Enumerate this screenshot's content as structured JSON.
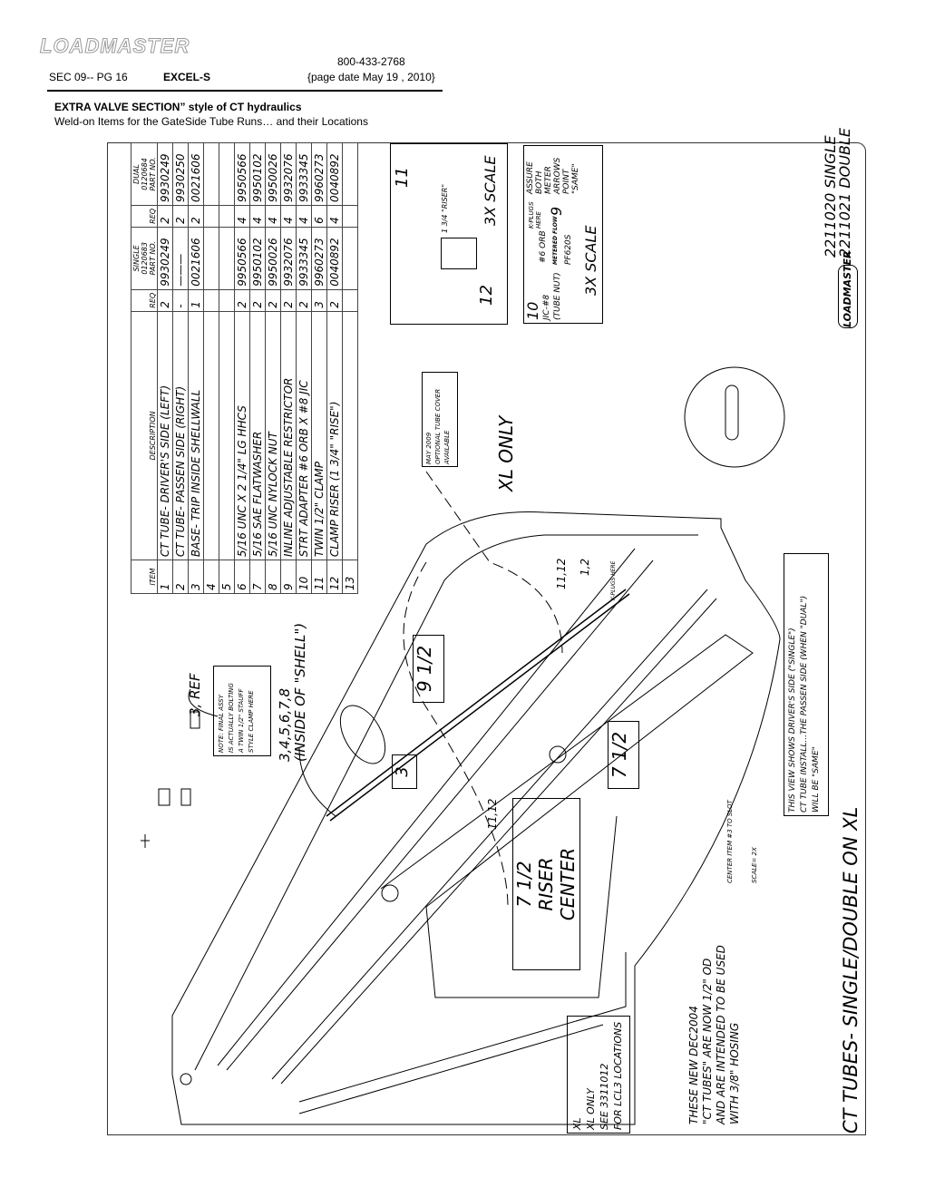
{
  "header": {
    "logo": "LOADMASTER",
    "phone": "800-433-2768",
    "section": "SEC 09-- PG 16",
    "model": "EXCEL-S",
    "page_date": "{page date May 19 , 2010}",
    "title": "EXTRA VALVE SECTION” style of CT hydraulics",
    "subtitle": "Weld-on Items for the GateSide Tube Runs… and their Locations"
  },
  "bom": {
    "headers": {
      "item": "ITEM",
      "description": "DESCRIPTION",
      "req": "REQ",
      "single": "SINGLE",
      "single_no": "0120683",
      "dual": "DUAL",
      "dual_no": "0120684",
      "part_no": "PART NO."
    },
    "rows": [
      {
        "item": "1",
        "description": "CT TUBE- DRIVER'S SIDE (LEFT)",
        "req1": "2",
        "part1": "9930249",
        "req2": "2",
        "part2": "9930249"
      },
      {
        "item": "2",
        "description": "CT TUBE- PASSEN SIDE (RIGHT)",
        "req1": "-",
        "part1": "———",
        "req2": "2",
        "part2": "9930250"
      },
      {
        "item": "3",
        "description": "BASE- TRIP INSIDE SHELLWALL",
        "req1": "1",
        "part1": "0021606",
        "req2": "2",
        "part2": "0021606"
      },
      {
        "item": "4",
        "description": "",
        "req1": "",
        "part1": "",
        "req2": "",
        "part2": ""
      },
      {
        "item": "5",
        "description": "",
        "req1": "",
        "part1": "",
        "req2": "",
        "part2": ""
      },
      {
        "item": "6",
        "description": "5/16 UNC X 2 1/4\" LG HHCS",
        "req1": "2",
        "part1": "9950566",
        "req2": "4",
        "part2": "9950566"
      },
      {
        "item": "7",
        "description": "5/16 SAE FLATWASHER",
        "req1": "2",
        "part1": "9950102",
        "req2": "4",
        "part2": "9950102"
      },
      {
        "item": "8",
        "description": "5/16 UNC NYLOCK NUT",
        "req1": "2",
        "part1": "9950026",
        "req2": "4",
        "part2": "9950026"
      },
      {
        "item": "9",
        "description": "INLINE ADJUSTABLE RESTRICTOR",
        "req1": "2",
        "part1": "9932076",
        "req2": "4",
        "part2": "9932076"
      },
      {
        "item": "10",
        "description": "STRT ADAPTER  #6 ORB X #8 JIC",
        "req1": "2",
        "part1": "9933345",
        "req2": "4",
        "part2": "9933345"
      },
      {
        "item": "11",
        "description": "TWIN 1/2\" CLAMP",
        "req1": "3",
        "part1": "9960273",
        "req2": "6",
        "part2": "9960273"
      },
      {
        "item": "12",
        "description": "CLAMP RISER (1 3/4\" \"RISE\")",
        "req1": "2",
        "part1": "0040892",
        "req2": "4",
        "part2": "0040892"
      },
      {
        "item": "13",
        "description": "",
        "req1": "",
        "part1": "",
        "req2": "",
        "part2": ""
      }
    ]
  },
  "drawing": {
    "title": "CT TUBES-  SINGLE/DOUBLE ON XL",
    "title_logo": "LOADMASTER",
    "number_single": "2211020  SINGLE",
    "number_double": "2211021  DOUBLE",
    "detail1": {
      "label11": "11",
      "label12": "12",
      "riser": "1 3/4 \"RISER\"",
      "scale": "3X  SCALE"
    },
    "detail2": {
      "orb": "#6 ORB",
      "kplugs": "K-PLUGS HERE",
      "flow": "METERED FLOW",
      "model": "PF620S",
      "label10": "10",
      "label9": "9",
      "jic": "JIC-#8",
      "tube_nut": "(TUBE NUT)",
      "scale": "3X  SCALE",
      "note": [
        "ASSURE",
        "BOTH",
        "METER",
        "ARROWS",
        "POINT",
        "\"SAME\""
      ]
    },
    "circle_detail": {
      "note": "CENTER ITEM #3 TO SLOT",
      "scale": "SCALE= 2X"
    },
    "xl_only": "XL  ONLY",
    "tube_cover_note": [
      "MAY 2009",
      "OPTIONAL TUBE COVER",
      "AVAILABLE"
    ],
    "ref3": "3, REF",
    "items_inside": [
      "3,4,5,6,7,8",
      "(INSIDE OF \"SHELL\")"
    ],
    "final_assy_note": [
      "NOTE: FINAL ASSY",
      "IS ACTUALLY BOLTING",
      "A TWIN 1/2\" STAUFF",
      "STYLE CLAMP HERE"
    ],
    "dim_9_5": "9 1/2",
    "dim_3": "3",
    "dim_7_5": "7 1/2",
    "riser_center": [
      "7 1/2",
      "RISER",
      "CENTER"
    ],
    "label_11_12_a": "11,12",
    "label_11_12_b": "11,12",
    "label_1_2": "1,2",
    "kplugs_here": "K-PLUGS HERE",
    "view_note": [
      "THIS VIEW SHOWS DRIVER'S SIDE (\"SINGLE\")",
      "CT TUBE INSTALL...THE PASSEN SIDE (WHEN \"DUAL\")",
      "WILL BE \"SAME\""
    ],
    "dec2004_note": [
      "THESE NEW DEC2004",
      "\"CT TUBES\" ARE NOW 1/2\" OD",
      "AND ARE INTENDED TO BE USED",
      "WITH 3/8\" HOSING"
    ],
    "xl_note": [
      "XL",
      "XL ONLY",
      "SEE 3311012",
      "FOR LCL3 LOCATIONS"
    ]
  }
}
